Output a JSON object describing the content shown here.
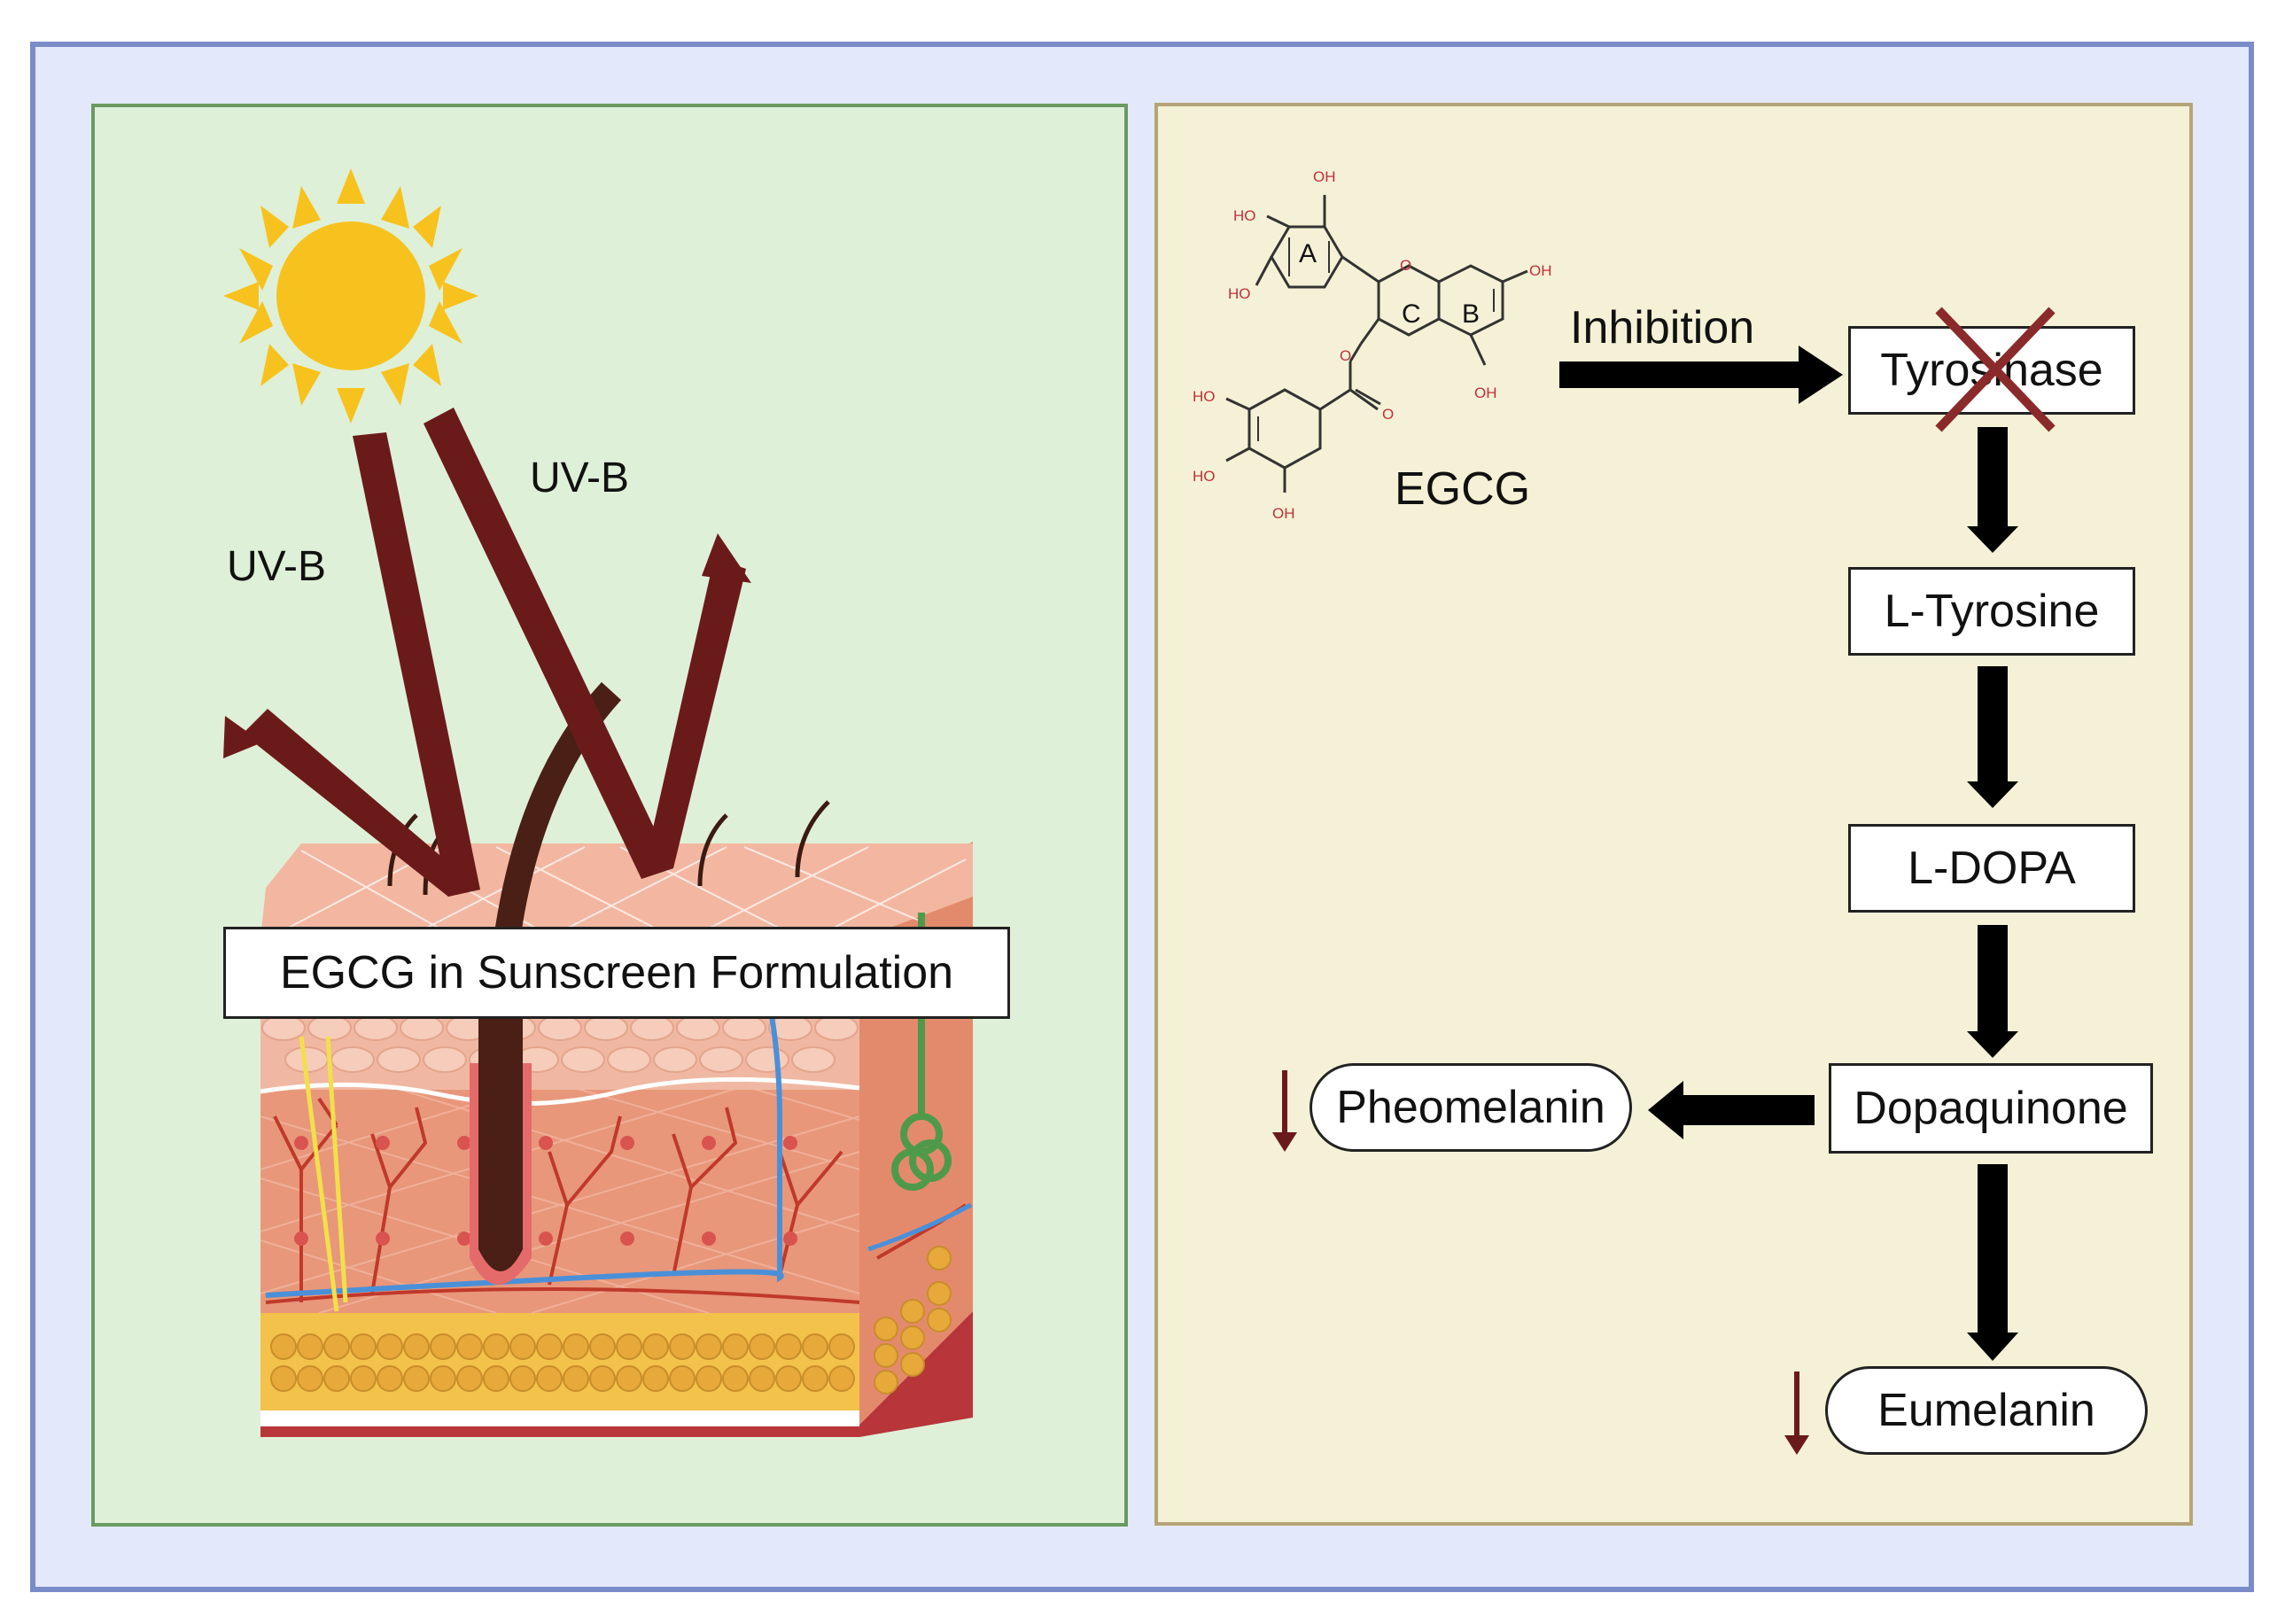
{
  "left_panel": {
    "uv_label_1": "UV-B",
    "uv_label_2": "UV-B",
    "formulation_label": "EGCG in Sunscreen Formulation"
  },
  "right_panel": {
    "molecule": {
      "name": "EGCG",
      "ring_labels": [
        "A",
        "C",
        "B"
      ],
      "substituents": [
        "OH",
        "HO",
        "HO",
        "OH",
        "OH",
        "HO",
        "HO",
        "OH",
        "O",
        "O",
        "O"
      ]
    },
    "inhibition_label": "Inhibition",
    "pathway": {
      "tyrosinase": "Tyrosinase",
      "l_tyrosine": "L-Tyrosine",
      "l_dopa": "L-DOPA",
      "dopaquinone": "Dopaquinone",
      "pheomelanin": "Pheomelanin",
      "eumelanin": "Eumelanin"
    }
  },
  "colors": {
    "outer_bg": "#e3e9fa",
    "left_bg": "#dff0d8",
    "right_bg": "#f4f1d6",
    "uv_arrow": "#6b1a1a",
    "sun": "#f7c21e",
    "inhibit_cross": "#8b2a2a",
    "molecule_hetero": "#c0303a"
  }
}
